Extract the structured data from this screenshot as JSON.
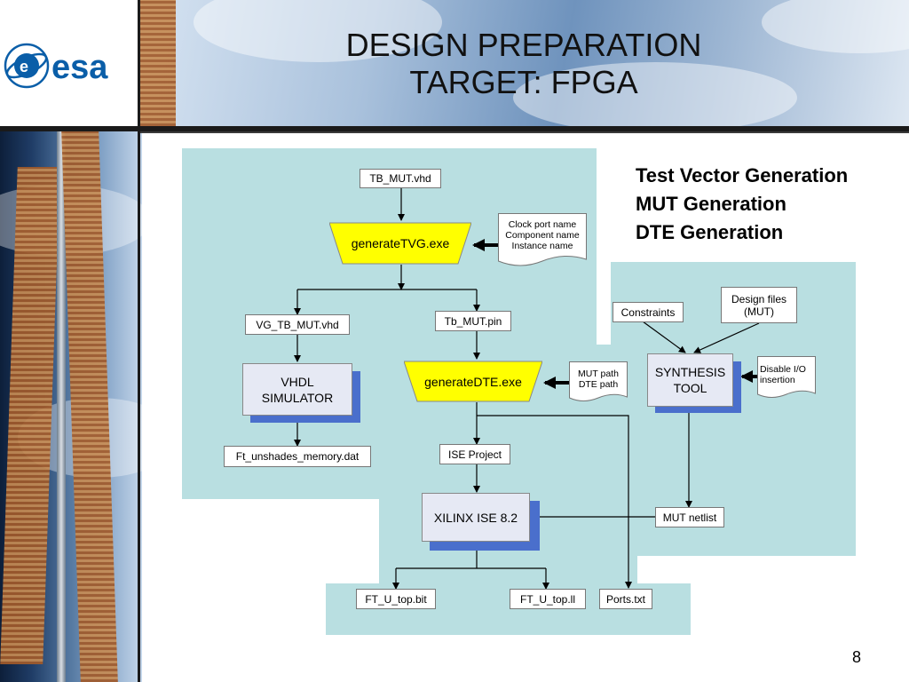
{
  "title": {
    "line1": "DESIGN PREPARATION",
    "line2": "TARGET: FPGA"
  },
  "logo": {
    "text": "esa"
  },
  "generation_list": [
    "Test Vector Generation",
    "MUT Generation",
    "DTE Generation"
  ],
  "nodes": {
    "tb_mut_vhd": "TB_MUT.vhd",
    "generate_tvg": "generateTVG.exe",
    "clock_doc": [
      "Clock port name",
      "Component name",
      "Instance name"
    ],
    "vg_tb_mut_vhd": "VG_TB_MUT.vhd",
    "tb_mut_pin": "Tb_MUT.pin",
    "vhdl_simulator": [
      "VHDL",
      "SIMULATOR"
    ],
    "generate_dte": "generateDTE.exe",
    "mut_path_doc": [
      "MUT path",
      "DTE path"
    ],
    "ft_unshades_memory": "Ft_unshades_memory.dat",
    "ise_project": "ISE Project",
    "xilinx_ise": "XILINX ISE 8.2",
    "ft_u_top_bit": "FT_U_top.bit",
    "ft_u_top_ll": "FT_U_top.ll",
    "ports_txt": "Ports.txt",
    "constraints": "Constraints",
    "design_files": [
      "Design files",
      "(MUT)"
    ],
    "synthesis_tool": [
      "SYNTHESIS",
      "TOOL"
    ],
    "disable_io_doc": [
      "Disable I/O",
      "insertion"
    ],
    "mut_netlist": "MUT netlist"
  },
  "page_number": "8",
  "colors": {
    "region_fill": "#b9dfe1",
    "exe_fill": "#ffff00",
    "tool_shadow": "#4a6fcc",
    "tool_fill": "#e6e9f4"
  }
}
